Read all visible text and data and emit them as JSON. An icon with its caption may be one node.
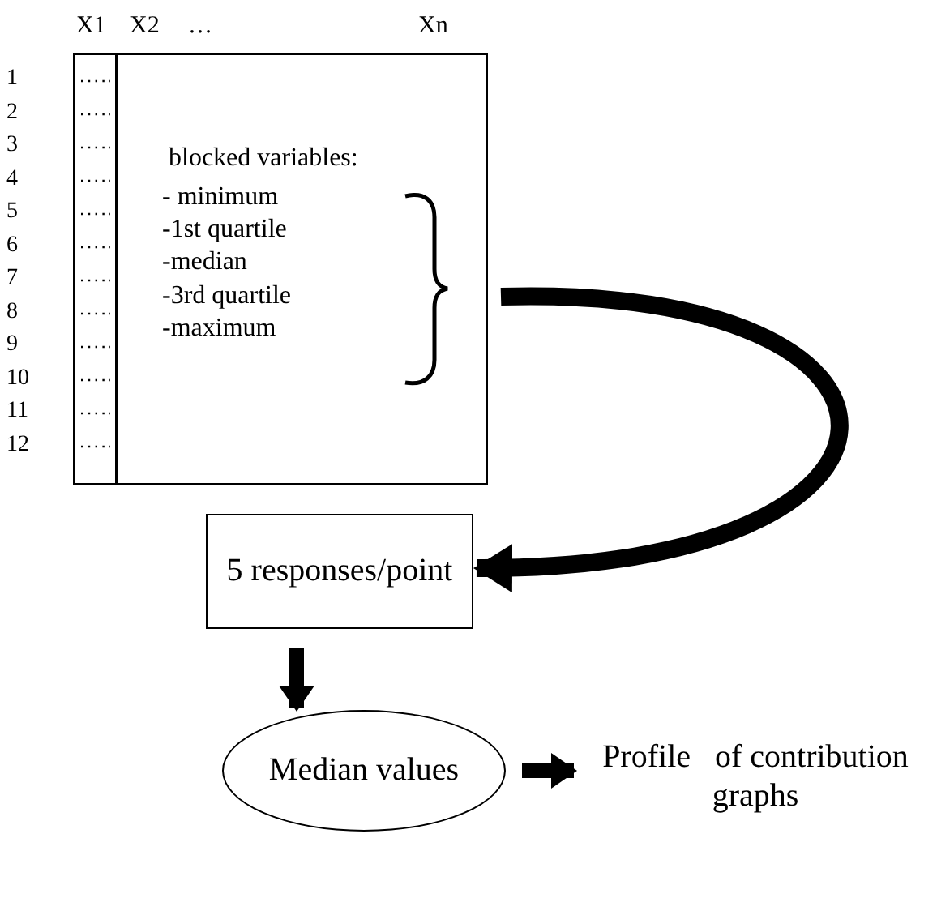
{
  "diagram": {
    "nodes": [
      {
        "text": [
          "blocked variables:",
          "- minimum",
          "-1st quartile",
          "-median",
          "-3rd quartile",
          "-maximum"
        ]
      },
      {
        "text": [
          "5 responses/point"
        ]
      },
      {
        "text": [
          "Median values"
        ]
      },
      {
        "text": [
          "Profile   of contribution graphs"
        ]
      }
    ],
    "edges": [
      {
        "from": 0,
        "to": 1,
        "arrow": "to"
      },
      {
        "from": 1,
        "to": 2,
        "arrow": "to"
      },
      {
        "from": 2,
        "to": 3,
        "arrow": "to"
      }
    ],
    "labels": [
      "X1",
      "X2",
      "…",
      "Xn",
      "1",
      "2",
      "3",
      "4",
      "5",
      "6",
      "7",
      "8",
      "9",
      "10",
      "11",
      "12"
    ]
  }
}
